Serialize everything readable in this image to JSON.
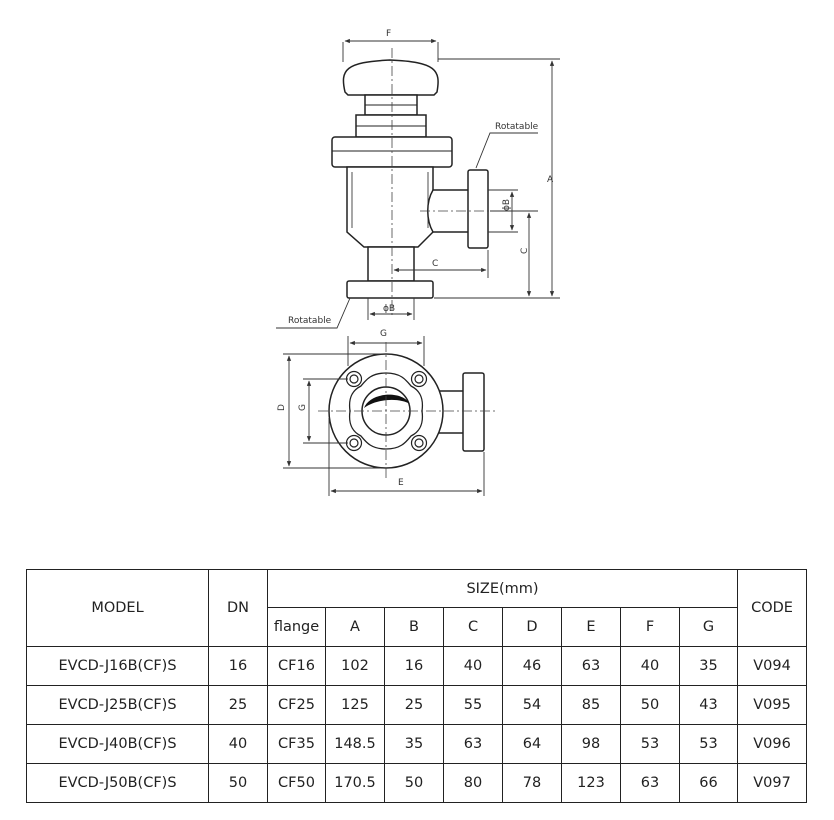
{
  "drawing": {
    "labels": {
      "F": "F",
      "A": "A",
      "B_side": "ϕB",
      "C_side": "C",
      "C_horizontal": "C",
      "B_bottom": "ϕB",
      "rotatable_top": "Rotatable",
      "rotatable_bottom": "Rotatable",
      "G_top": "G",
      "D": "D",
      "G_left": "G",
      "E": "E"
    }
  },
  "table": {
    "headers": {
      "model": "MODEL",
      "dn": "DN",
      "size": "SIZE(mm)",
      "code": "CODE",
      "sub": [
        "flange",
        "A",
        "B",
        "C",
        "D",
        "E",
        "F",
        "G"
      ]
    },
    "rows": [
      {
        "model": "EVCD-J16B(CF)S",
        "dn": "16",
        "flange": "CF16",
        "A": "102",
        "B": "16",
        "C": "40",
        "D": "46",
        "E": "63",
        "F": "40",
        "G": "35",
        "code": "V094"
      },
      {
        "model": "EVCD-J25B(CF)S",
        "dn": "25",
        "flange": "CF25",
        "A": "125",
        "B": "25",
        "C": "55",
        "D": "54",
        "E": "85",
        "F": "50",
        "G": "43",
        "code": "V095"
      },
      {
        "model": "EVCD-J40B(CF)S",
        "dn": "40",
        "flange": "CF35",
        "A": "148.5",
        "B": "35",
        "C": "63",
        "D": "64",
        "E": "98",
        "F": "53",
        "G": "53",
        "code": "V096"
      },
      {
        "model": "EVCD-J50B(CF)S",
        "dn": "50",
        "flange": "CF50",
        "A": "170.5",
        "B": "50",
        "C": "80",
        "D": "78",
        "E": "123",
        "F": "63",
        "G": "66",
        "code": "V097"
      }
    ]
  }
}
